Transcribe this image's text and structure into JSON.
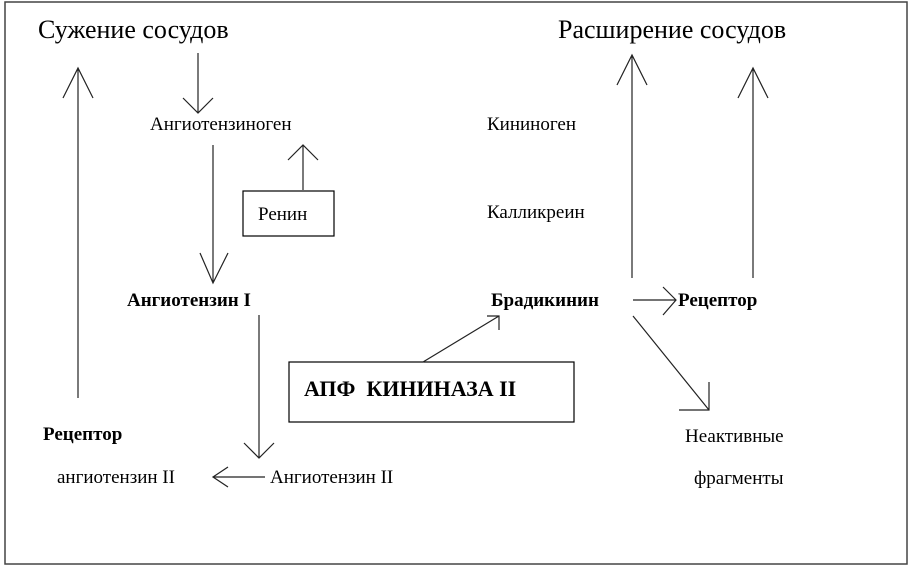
{
  "labels": {
    "vasoconstriction": "Сужение сосудов",
    "vasodilation": "Расширение сосудов",
    "angiotensinogen": "Ангиотензиноген",
    "renin": "Ренин",
    "angiotensin_1": "Ангиотензин I",
    "receptor_left": "Рецептор",
    "receptor_at2": "ангиотензин II",
    "angiotensin_2": "Ангиотензин II",
    "ace_kininase": "АПФ  КИНИНАЗА II",
    "kininogen": "Кининоген",
    "kallikrein": "Калликреин",
    "bradykinin": "Брадикинин",
    "receptor_right": "Рецептор",
    "inactive": "Неактивные",
    "fragments": "фрагменты"
  }
}
